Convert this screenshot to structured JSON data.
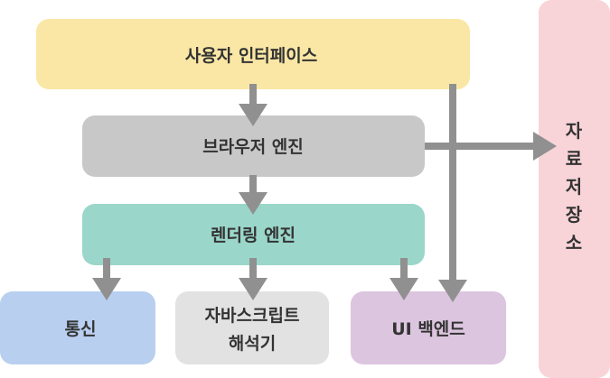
{
  "diagram": {
    "user_interface": {
      "label": "사용자 인터페이스",
      "color": "#FAE7A5"
    },
    "browser_engine": {
      "label": "브라우저 엔진",
      "color": "#C8C8C8"
    },
    "rendering_engine": {
      "label": "렌더링 엔진",
      "color": "#9AD6C9"
    },
    "networking": {
      "label": "통신",
      "color": "#B8CFEF"
    },
    "js_interpreter": {
      "label_line1": "자바스크립트",
      "label_line2": "해석기",
      "color": "#E2E2E2"
    },
    "ui_backend": {
      "label": "UI 백엔드",
      "color": "#DCC5DE"
    },
    "data_storage": {
      "label_chars": [
        "자",
        "료",
        "저",
        "장",
        "소"
      ],
      "color": "#F8D4D8"
    },
    "arrow_color": "#909090",
    "text_color": "#333333"
  }
}
